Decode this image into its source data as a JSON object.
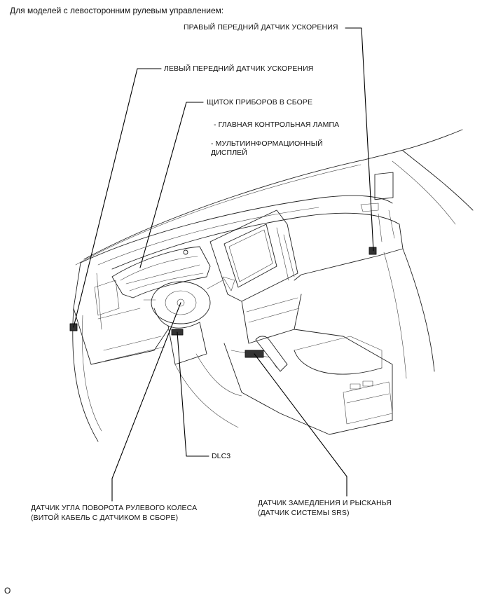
{
  "title": "Для моделей с левосторонним рулевым управлением:",
  "labels": {
    "right_front_sensor": "ПРАВЫЙ ПЕРЕДНИЙ ДАТЧИК УСКОРЕНИЯ",
    "left_front_sensor": "ЛЕВЫЙ ПЕРЕДНИЙ ДАТЧИК УСКОРЕНИЯ",
    "instrument_cluster": "ЩИТОК ПРИБОРОВ В СБОРЕ",
    "master_warning_lamp": "- ГЛАВНАЯ КОНТРОЛЬНАЯ ЛАМПА",
    "multi_info_display_1": "- МУЛЬТИИНФОРМАЦИОННЫЙ",
    "multi_info_display_2": "ДИСПЛЕЙ",
    "dlc3": "DLC3",
    "steering_sensor_1": "ДАТЧИК УГЛА ПОВОРОТА РУЛЕВОГО КОЛЕСА",
    "steering_sensor_2": "(ВИТОЙ КАБЕЛЬ С ДАТЧИКОМ В СБОРЕ)",
    "yaw_sensor_1": "ДАТЧИК ЗАМЕДЛЕНИЯ И РЫСКАНЬЯ",
    "yaw_sensor_2": "(ДАТЧИК СИСТЕМЫ SRS)"
  },
  "footer": "O"
}
